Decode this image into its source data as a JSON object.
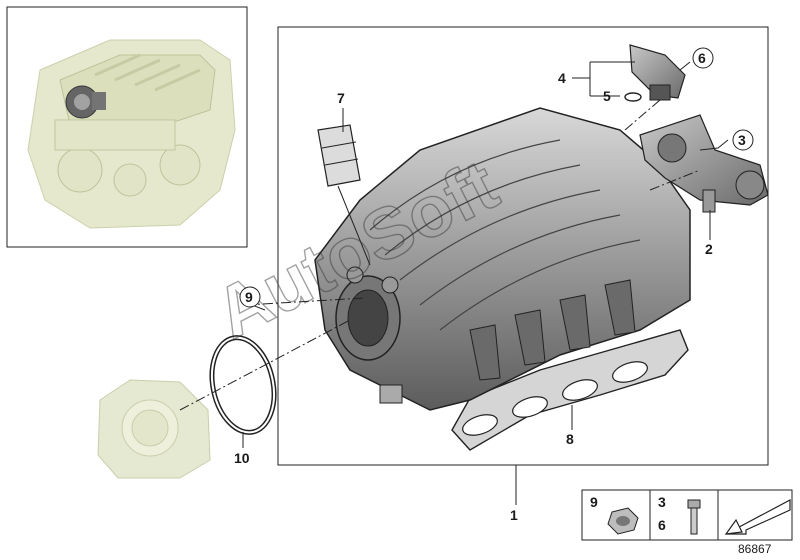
{
  "diagram": {
    "watermark": "AutoSoft",
    "drawing_number": "86867",
    "callouts": {
      "c1": "1",
      "c2": "2",
      "c3": "3",
      "c4": "4",
      "c5": "5",
      "c6": "6",
      "c7": "7",
      "c8": "8",
      "c9": "9",
      "c10": "10"
    },
    "legend": {
      "nut_label": "9",
      "bolt_label_top": "3",
      "bolt_label_bottom": "6"
    },
    "colors": {
      "engine_highlight": "#d8dcb4",
      "part_gray": "#8a8a8a",
      "line": "#1a1a1a"
    }
  }
}
